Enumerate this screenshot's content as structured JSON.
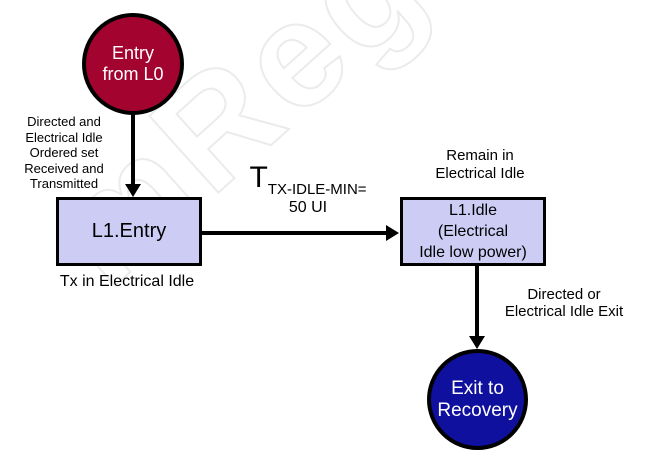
{
  "diagram": {
    "watermark_text": "mReg",
    "colors": {
      "entry_node_fill": "#A3032F",
      "exit_node_fill": "#10109E",
      "state_box_fill": "#CCCCF5",
      "line_and_border": "#000000",
      "node_text": "#FFFFFF"
    },
    "nodes": {
      "entry_from_l0": {
        "lines": [
          "Entry",
          "from L0"
        ]
      },
      "l1_entry": {
        "label": "L1.Entry"
      },
      "l1_idle": {
        "lines": [
          "L1.Idle",
          "(Electrical",
          "Idle low power)"
        ]
      },
      "exit_to_recovery": {
        "lines": [
          "Exit to",
          "Recovery"
        ]
      }
    },
    "labels": {
      "entry_condition_lines": [
        "Directed and",
        "Electrical Idle",
        "Ordered set",
        "Received and",
        "Transmitted"
      ],
      "tx_in_electrical_idle": "Tx in Electrical Idle",
      "t_symbol": "T",
      "t_subscript": "TX-IDLE-MIN=",
      "t_value": "50 UI",
      "remain_lines": [
        "Remain in",
        "Electrical Idle"
      ],
      "exit_condition_lines": [
        "Directed or",
        "Electrical Idle Exit"
      ]
    }
  }
}
